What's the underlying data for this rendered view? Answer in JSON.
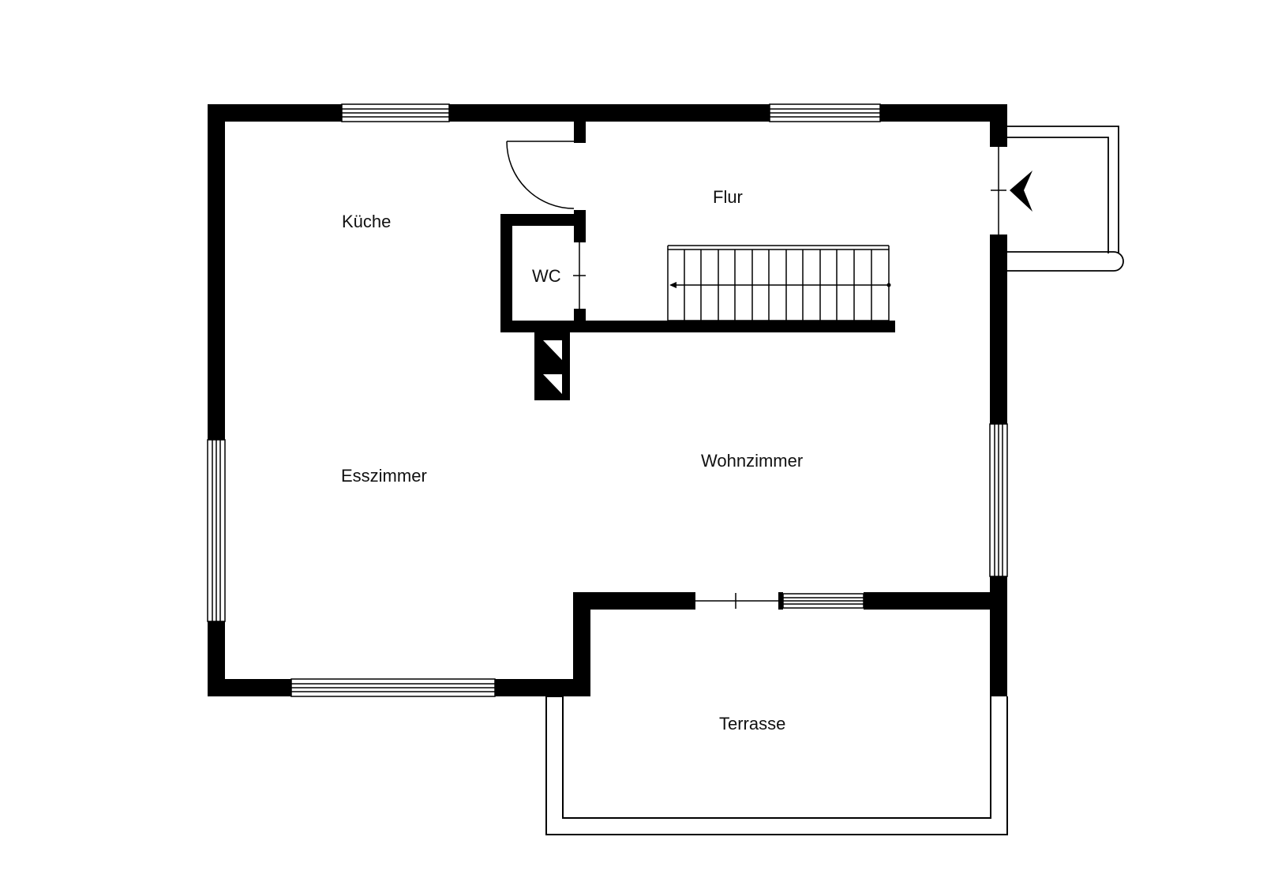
{
  "floorplan": {
    "rooms": {
      "kueche": "Küche",
      "flur": "Flur",
      "wc": "WC",
      "esszimmer": "Esszimmer",
      "wohnzimmer": "Wohnzimmer",
      "terrasse": "Terrasse"
    },
    "colors": {
      "wall": "#000000",
      "background": "#ffffff",
      "text": "#111111"
    },
    "icons": {
      "entrance": "entrance-arrow-icon",
      "stairs": "staircase-icon",
      "chimney": "chimney-icon"
    }
  }
}
